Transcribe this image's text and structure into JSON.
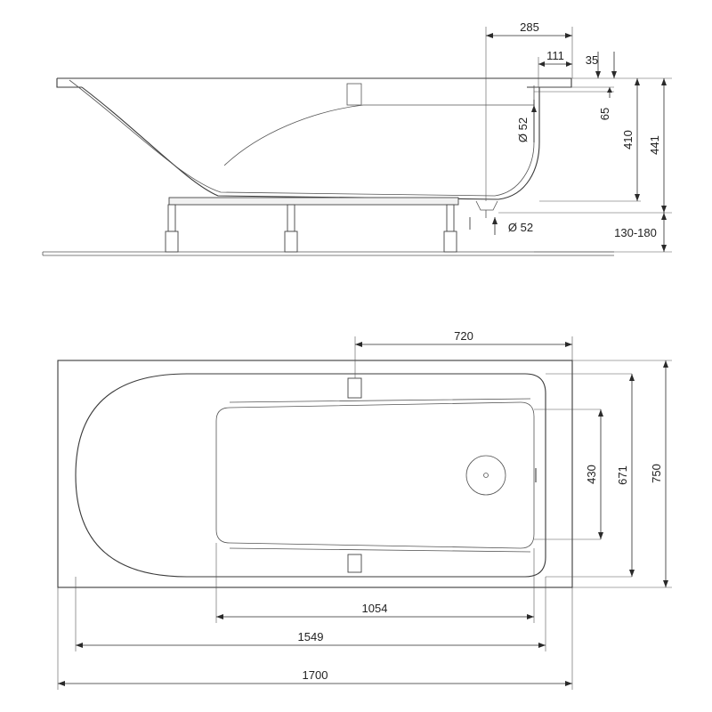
{
  "labels": {
    "side_285": "285",
    "side_111": "111",
    "side_35": "35",
    "side_65": "65",
    "side_410": "410",
    "side_441": "441",
    "side_dia_top": "Ø 52",
    "side_dia_bottom": "Ø 52",
    "side_feet": "130-180",
    "top_720": "720",
    "top_430": "430",
    "top_671": "671",
    "top_750": "750",
    "top_1054": "1054",
    "top_1549": "1549",
    "top_1700": "1700"
  }
}
